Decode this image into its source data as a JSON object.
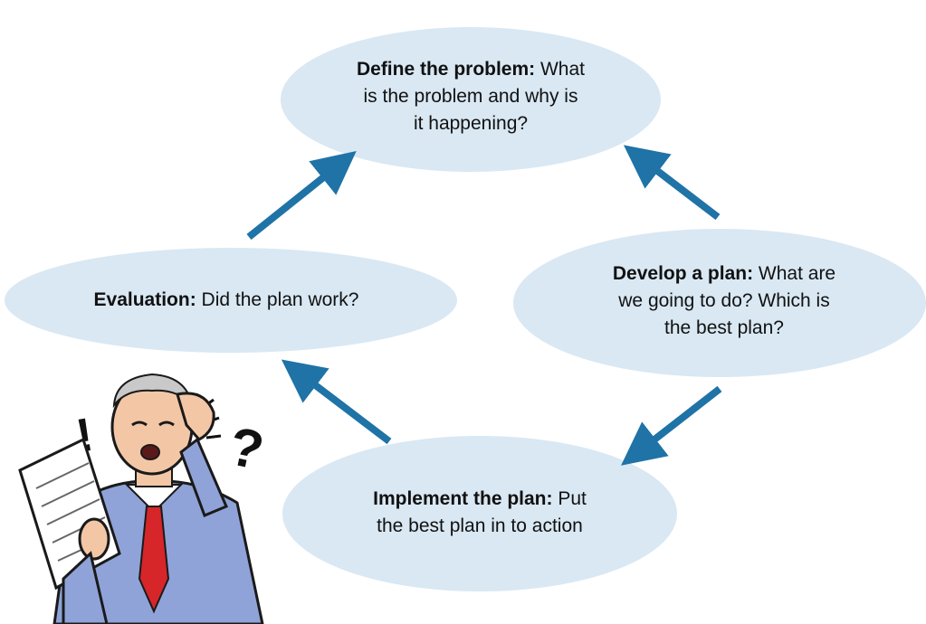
{
  "colors": {
    "ellipse_fill": "#d9e8f3",
    "arrow": "#1f73a6",
    "text": "#111111"
  },
  "steps": {
    "define": {
      "title": "Define the problem:",
      "lines": [
        " What",
        "is the problem and why is",
        "it happening?"
      ]
    },
    "develop": {
      "title": "Develop a plan:",
      "lines": [
        " What are",
        "we going to do? Which is",
        "the best plan?"
      ]
    },
    "implement": {
      "title": "Implement the plan:",
      "lines": [
        " Put",
        "the best plan in to action"
      ]
    },
    "evaluate": {
      "title": "Evaluation:",
      "lines": [
        " Did the plan work?"
      ]
    }
  },
  "illustration": {
    "icon": "confused-man-clipart-icon",
    "marks": [
      "!",
      "?"
    ]
  }
}
